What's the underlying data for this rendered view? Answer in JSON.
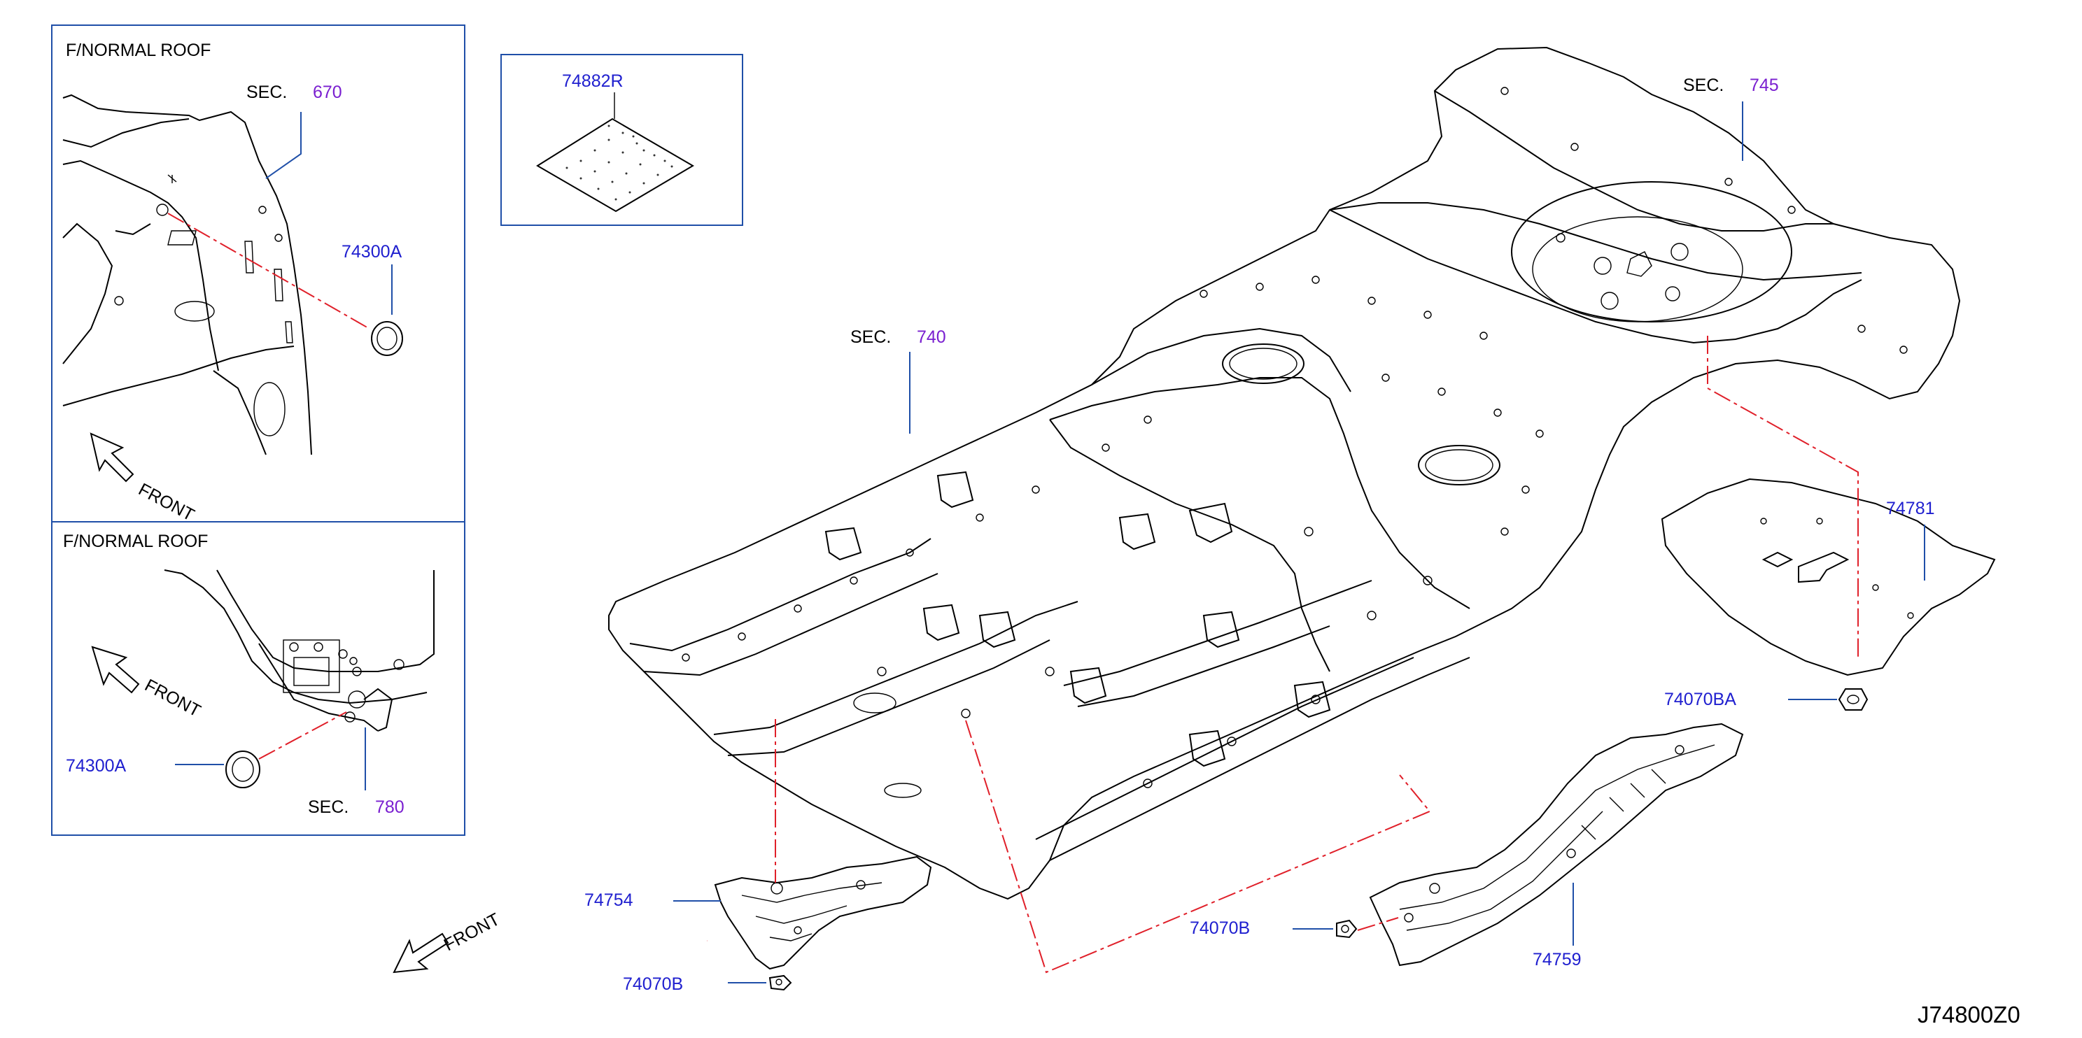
{
  "diagram": {
    "code": "J74800Z0",
    "inset_top": {
      "title": "F/NORMAL   ROOF",
      "sec_label": "SEC.",
      "sec_number": "670",
      "part": "74300A",
      "front": "FRONT"
    },
    "inset_bottom": {
      "title": "F/NORMAL   ROOF",
      "sec_label": "SEC.",
      "sec_number": "780",
      "part": "74300A",
      "front": "FRONT"
    },
    "inset_pad": {
      "part": "74882R"
    },
    "main": {
      "sec_740_label": "SEC.",
      "sec_740_number": "740",
      "sec_745_label": "SEC.",
      "sec_745_number": "745",
      "parts": [
        "74781",
        "74070BA",
        "74754",
        "74070B",
        "74070B",
        "74759"
      ],
      "front": "FRONT"
    }
  }
}
